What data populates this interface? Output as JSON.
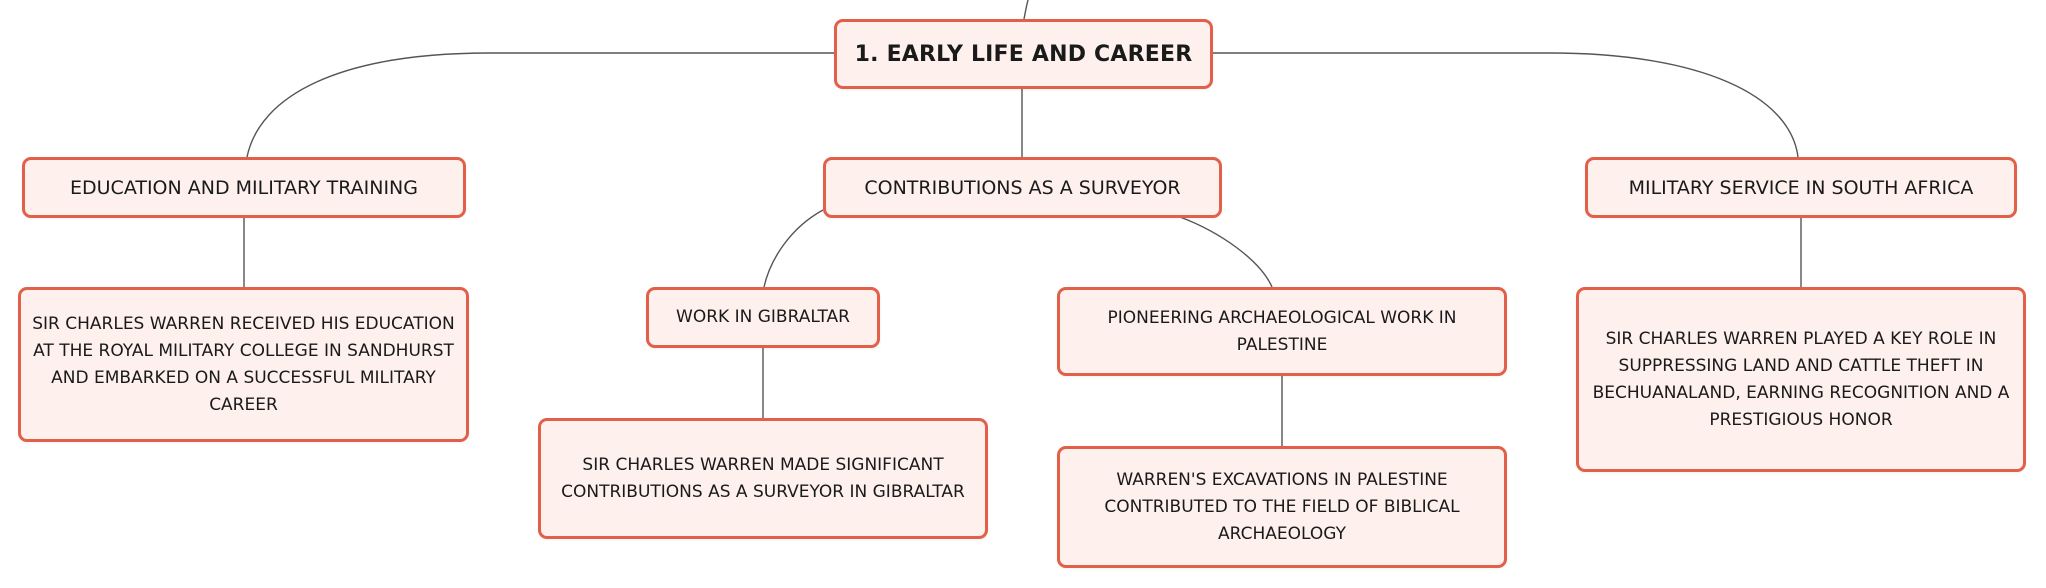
{
  "diagram": {
    "root": {
      "label": "1. EARLY LIFE AND CAREER"
    },
    "branches": [
      {
        "label": "EDUCATION AND MILITARY TRAINING",
        "detail": "SIR CHARLES WARREN RECEIVED HIS EDUCATION AT THE ROYAL MILITARY COLLEGE IN SANDHURST AND EMBARKED ON A SUCCESSFUL MILITARY CAREER"
      },
      {
        "label": "CONTRIBUTIONS AS A SURVEYOR",
        "children": [
          {
            "label": "WORK IN GIBRALTAR",
            "detail": "SIR CHARLES WARREN MADE SIGNIFICANT CONTRIBUTIONS AS A SURVEYOR IN GIBRALTAR"
          },
          {
            "label": "PIONEERING ARCHAEOLOGICAL WORK IN PALESTINE",
            "detail": "WARREN'S EXCAVATIONS IN PALESTINE CONTRIBUTED TO THE FIELD OF BIBLICAL ARCHAEOLOGY"
          }
        ]
      },
      {
        "label": "MILITARY SERVICE IN SOUTH AFRICA",
        "detail": "SIR CHARLES WARREN PLAYED A KEY ROLE IN SUPPRESSING LAND AND CATTLE THEFT IN BECHUANALAND, EARNING RECOGNITION AND A PRESTIGIOUS HONOR"
      }
    ],
    "colors": {
      "node_border": "#e2604a",
      "node_fill": "#fdf0ed",
      "connector": "#555555",
      "text": "#1a1a1a"
    }
  }
}
